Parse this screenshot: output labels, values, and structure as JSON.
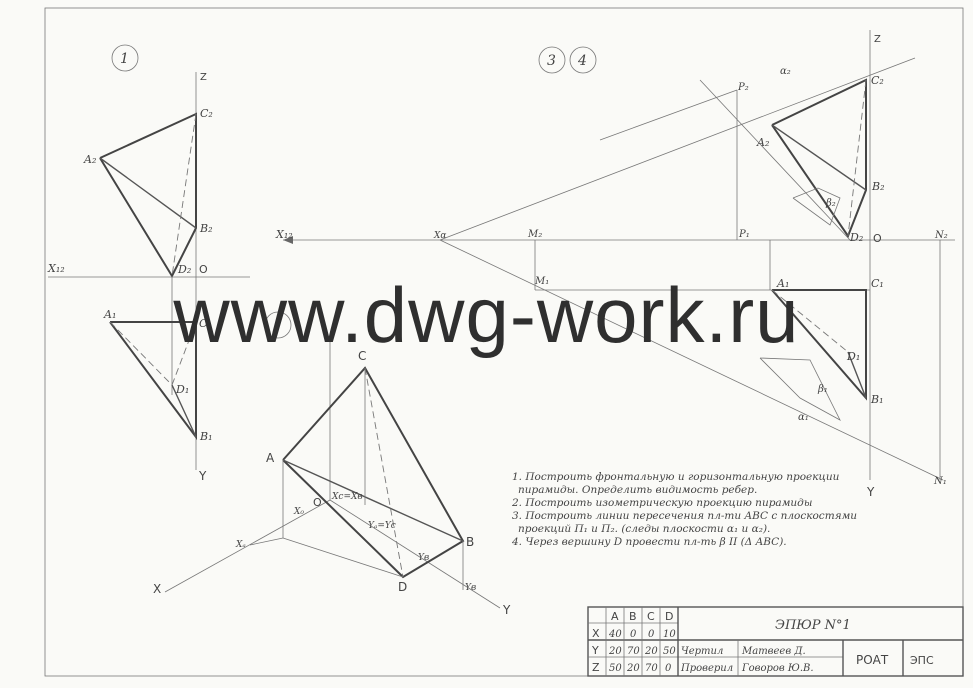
{
  "watermark": "www.dwg-work.ru",
  "circles": [
    "1",
    "3",
    "4"
  ],
  "axes": {
    "x12_left": "X₁₂",
    "x12_right": "X₁₂",
    "z": "Z",
    "y": "Y",
    "o": "O",
    "x": "X"
  },
  "labels1": {
    "A2": "A₂",
    "B2": "B₂",
    "C2": "C₂",
    "D2": "D₂",
    "A1": "A₁",
    "C1": "C₁",
    "D1": "D₁",
    "B1": "B₁"
  },
  "labels2": {
    "A": "A",
    "B": "B",
    "C": "C",
    "D": "D",
    "Xa": "Xₐ",
    "Xb2": "X₀",
    "XcXb": "Xc=Xв",
    "YaYc": "Yₐ=Yc",
    "Yb": "Yв",
    "Yb2": "Yв"
  },
  "labels34": {
    "P2": "P₂",
    "alpha2": "α₂",
    "A2": "A₂",
    "C2": "C₂",
    "B2": "B₂",
    "D2": "D₂",
    "beta2": "β₂",
    "Xa": "Xα",
    "M2": "M₂",
    "P1": "P₁",
    "N2": "N₂",
    "M1": "M₁",
    "A1": "A₁",
    "C1": "C₁",
    "D1": "D₁",
    "B1": "B₁",
    "beta1": "β₁",
    "alpha1": "α₁",
    "N1": "N₁"
  },
  "notes": [
    "1. Построить фронтальную и горизонтальную проекции",
    "пирамиды. Определить видимость ребер.",
    "2. Построить изометрическую проекцию пирамиды",
    "3. Построить линии пересечения пл-ти ABC с плоскостями",
    "проекций П₁ и П₂. (следы плоскости α₁ и α₂).",
    "4. Через вершину D провести пл-ть β II (Δ ABC)."
  ],
  "title_block": {
    "title": "ЭПЮР N°1",
    "header": [
      "",
      "A",
      "B",
      "C",
      "D"
    ],
    "rows": [
      [
        "X",
        "40",
        "0",
        "0",
        "10"
      ],
      [
        "Y",
        "20",
        "70",
        "20",
        "50"
      ],
      [
        "Z",
        "50",
        "20",
        "70",
        "0"
      ]
    ],
    "role_drew": "Чертил",
    "name_drew": "Матвеев Д.",
    "role_checked": "Проверил",
    "name_checked": "Говоров Ю.В.",
    "org": "РОАТ",
    "dept": "ЭПС"
  }
}
